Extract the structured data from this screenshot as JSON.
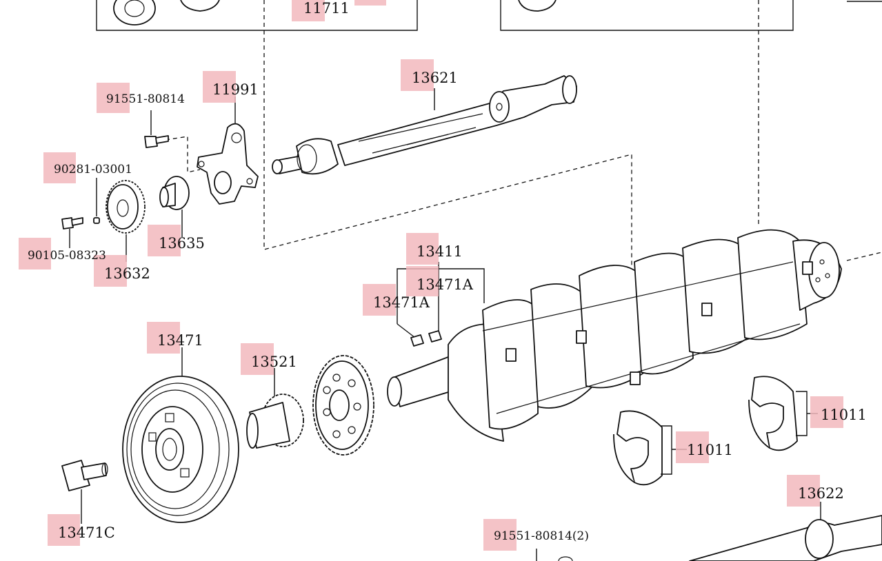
{
  "diagram": {
    "labels": [
      {
        "id": "l-11711",
        "text": "11711"
      },
      {
        "id": "l-13621",
        "text": "13621"
      },
      {
        "id": "l-91551-80814",
        "text": "91551-80814"
      },
      {
        "id": "l-11991",
        "text": "11991"
      },
      {
        "id": "l-90281-03001",
        "text": "90281-03001"
      },
      {
        "id": "l-13635",
        "text": "13635"
      },
      {
        "id": "l-90105-08323",
        "text": "90105-08323"
      },
      {
        "id": "l-13632",
        "text": "13632"
      },
      {
        "id": "l-13411",
        "text": "13411"
      },
      {
        "id": "l-13471A-1",
        "text": "13471A"
      },
      {
        "id": "l-13471A-2",
        "text": "13471A"
      },
      {
        "id": "l-13471",
        "text": "13471"
      },
      {
        "id": "l-13521",
        "text": "13521"
      },
      {
        "id": "l-11011-1",
        "text": "11011"
      },
      {
        "id": "l-11011-2",
        "text": "11011"
      },
      {
        "id": "l-13622",
        "text": "13622"
      },
      {
        "id": "l-13471C",
        "text": "13471C"
      },
      {
        "id": "l-91551-80814-2",
        "text": "91551-80814(2)"
      }
    ],
    "highlight_color": "#f2b8bd",
    "line_color": "#111111"
  }
}
